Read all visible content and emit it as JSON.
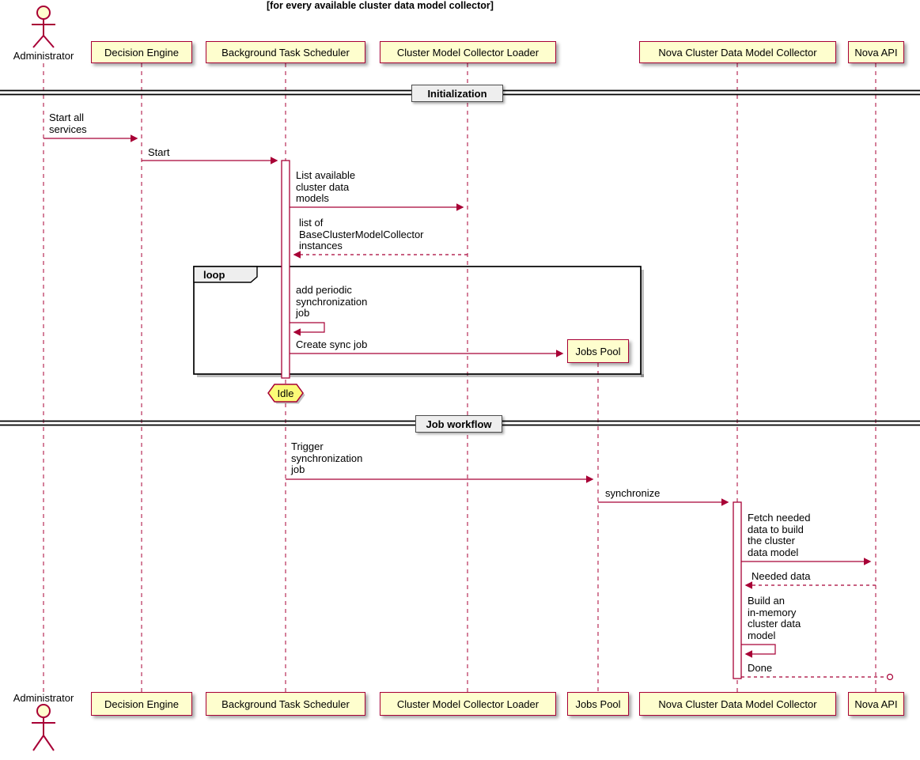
{
  "participants": {
    "administrator": "Administrator",
    "decision_engine": "Decision Engine",
    "background_task_scheduler": "Background Task Scheduler",
    "cluster_model_collector_loader": "Cluster Model Collector Loader",
    "jobs_pool": "Jobs Pool",
    "nova_cluster_data_model_collector": "Nova Cluster Data Model Collector",
    "nova_api": "Nova API"
  },
  "dividers": {
    "initialization": "Initialization",
    "job_workflow": "Job workflow"
  },
  "fragment": {
    "keyword": "loop",
    "condition": "[for every available cluster data model collector]"
  },
  "state_note": "Idle",
  "messages": {
    "start_all_services": "Start all\nservices",
    "start": "Start",
    "list_available_models": "List available\ncluster data\nmodels",
    "list_of_instances": "list of\nBaseClusterModelCollector\ninstances",
    "add_periodic_job": "add periodic\nsynchronization\njob",
    "create_sync_job": "Create sync job",
    "trigger_sync_job": "Trigger\nsynchronization\njob",
    "synchronize": "synchronize",
    "fetch_needed_data": "Fetch needed\ndata to build\nthe cluster\ndata model",
    "needed_data": "Needed data",
    "build_model": "Build an\nin-memory\ncluster data\nmodel",
    "done": "Done"
  },
  "colors": {
    "participant_fill": "#FEFECE",
    "line": "#A80036",
    "note_fill": "#FBFB77",
    "fragment_border": "#000000",
    "divider_fill": "#EEEEEE"
  }
}
